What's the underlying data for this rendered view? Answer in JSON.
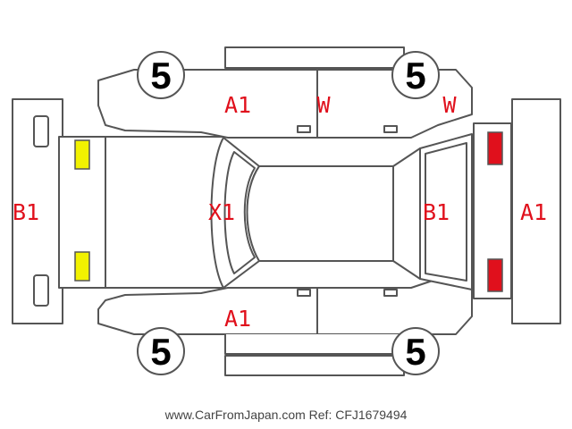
{
  "colors": {
    "outline": "#555555",
    "damage_text": "#e0101c",
    "front_lamp": "#f2f200",
    "rear_lamp": "#e0101c",
    "background": "#ffffff",
    "footer_text": "#444444"
  },
  "tires": {
    "top_left": "5",
    "top_right": "5",
    "bottom_left": "5",
    "bottom_right": "5"
  },
  "marks": {
    "front_bumper": "B1",
    "top_front_door": "A1",
    "top_rear_door": "W",
    "top_rear_fender": "W",
    "windshield": "X1",
    "bottom_front_door": "A1",
    "rear_window": "B1",
    "rear_bumper": "A1"
  },
  "footer": {
    "site": "www.CarFromJapan.com",
    "ref": "Ref: CFJ1679494"
  }
}
